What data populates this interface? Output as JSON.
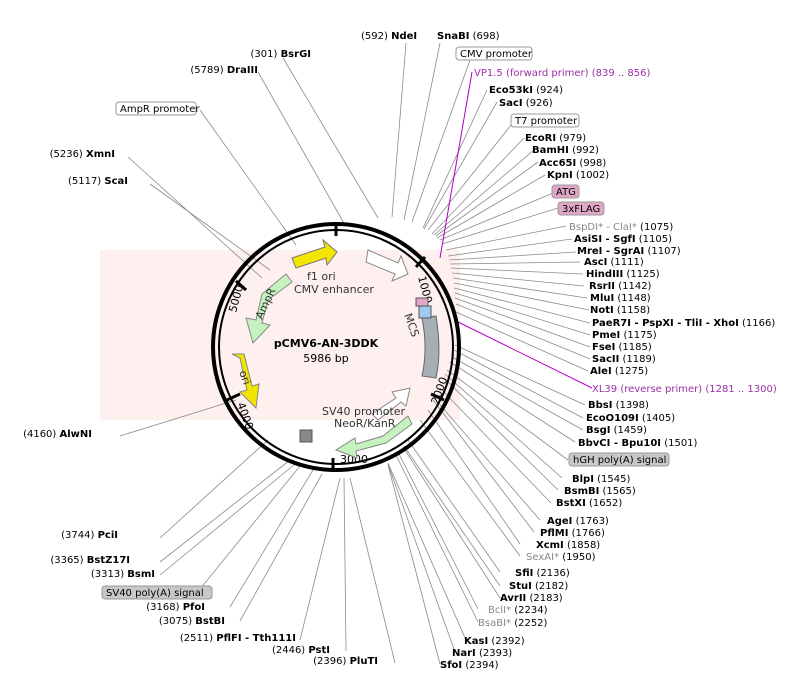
{
  "plasmid": {
    "name": "pCMV6-AN-3DDK",
    "size": "5986 bp"
  },
  "ticks": [
    "1000",
    "2000",
    "3000",
    "4000",
    "5000"
  ],
  "features": {
    "f1_ori": "f1 ori",
    "cmv_enhancer": "CMV enhancer",
    "ampr": "AmpR",
    "ori": "ori",
    "mcs": "MCS",
    "sv40_promoter": "SV40 promoter",
    "neor": "NeoR/KanR"
  },
  "left_sites": [
    {
      "pos": "(301)",
      "name": "BsrGI"
    },
    {
      "pos": "(5789)",
      "name": "DraIII"
    },
    {
      "pos": "(5236)",
      "name": "XmnI"
    },
    {
      "pos": "(5117)",
      "name": "ScaI"
    },
    {
      "pos": "(4160)",
      "name": "AlwNI"
    },
    {
      "pos": "(3744)",
      "name": "PciI"
    },
    {
      "pos": "(3365)",
      "name": "BstZ17I"
    },
    {
      "pos": "(3313)",
      "name": "BsmI"
    },
    {
      "pos": "(3168)",
      "name": "PfoI"
    },
    {
      "pos": "(3075)",
      "name": "BstBI"
    },
    {
      "pos": "(2511)",
      "name": "PflFI - Tth111I"
    },
    {
      "pos": "(2446)",
      "name": "PstI"
    },
    {
      "pos": "(2396)",
      "name": "PluTI"
    }
  ],
  "left_boxes": {
    "ampr_promoter": "AmpR promoter",
    "sv40_polya": "SV40 poly(A) signal"
  },
  "top_sites": [
    {
      "pos": "(592)",
      "name": "NdeI"
    },
    {
      "name": "SnaBI",
      "pos": "(698)"
    }
  ],
  "right_sites": [
    {
      "name": "Eco53kI",
      "pos": "(924)"
    },
    {
      "name": "SacI",
      "pos": "(926)"
    },
    {
      "name": "EcoRI",
      "pos": "(979)"
    },
    {
      "name": "BamHI",
      "pos": "(992)"
    },
    {
      "name": "Acc65I",
      "pos": "(998)"
    },
    {
      "name": "KpnI",
      "pos": "(1002)"
    },
    {
      "name": "AsiSI - SgfI",
      "pos": "(1105)"
    },
    {
      "name": "MreI - SgrAI",
      "pos": "(1107)"
    },
    {
      "name": "AscI",
      "pos": "(1111)"
    },
    {
      "name": "HindIII",
      "pos": "(1125)"
    },
    {
      "name": "RsrII",
      "pos": "(1142)"
    },
    {
      "name": "MluI",
      "pos": "(1148)"
    },
    {
      "name": "NotI",
      "pos": "(1158)"
    },
    {
      "name": "PaeR7I - PspXI - TliI - XhoI",
      "pos": "(1166)"
    },
    {
      "name": "PmeI",
      "pos": "(1175)"
    },
    {
      "name": "FseI",
      "pos": "(1185)"
    },
    {
      "name": "SacII",
      "pos": "(1189)"
    },
    {
      "name": "AleI",
      "pos": "(1275)"
    },
    {
      "name": "BbsI",
      "pos": "(1398)"
    },
    {
      "name": "EcoO109I",
      "pos": "(1405)"
    },
    {
      "name": "BsgI",
      "pos": "(1459)"
    },
    {
      "name": "BbvCI - Bpu10I",
      "pos": "(1501)"
    },
    {
      "name": "BlpI",
      "pos": "(1545)"
    },
    {
      "name": "BsmBI",
      "pos": "(1565)"
    },
    {
      "name": "BstXI",
      "pos": "(1652)"
    },
    {
      "name": "AgeI",
      "pos": "(1763)"
    },
    {
      "name": "PflMI",
      "pos": "(1766)"
    },
    {
      "name": "XcmI",
      "pos": "(1858)"
    },
    {
      "name": "SfiI",
      "pos": "(2136)"
    },
    {
      "name": "StuI",
      "pos": "(2182)"
    },
    {
      "name": "AvrII",
      "pos": "(2183)"
    },
    {
      "name": "KasI",
      "pos": "(2392)"
    },
    {
      "name": "NarI",
      "pos": "(2393)"
    },
    {
      "name": "SfoI",
      "pos": "(2394)"
    }
  ],
  "gray_sites": [
    {
      "name": "BspDI* - ClaI*",
      "pos": "(1075)"
    },
    {
      "name": "SexAI*",
      "pos": "(1950)"
    },
    {
      "name": "BclI*",
      "pos": "(2234)"
    },
    {
      "name": "BsaBI*",
      "pos": "(2252)"
    }
  ],
  "primers": [
    {
      "name": "VP1.5 (forward primer)",
      "range": "(839 .. 856)"
    },
    {
      "name": "XL39 (reverse primer)",
      "range": "(1281 .. 1300)"
    }
  ],
  "right_boxes": {
    "cmv_promoter": "CMV promoter",
    "t7_promoter": "T7 promoter",
    "atg": "ATG",
    "flag": "3xFLAG",
    "hgh_polya": "hGH poly(A) signal"
  },
  "colors": {
    "ori_yellow": "#f2e600",
    "ampr_green": "#c6f2c0",
    "mcs_gray": "#a8aeb6",
    "flag_pink": "#e0a6c6",
    "mcs_blue": "#9ec9f0",
    "primer_purple": "#b000c0",
    "polya_gray": "#c8c8c8"
  }
}
